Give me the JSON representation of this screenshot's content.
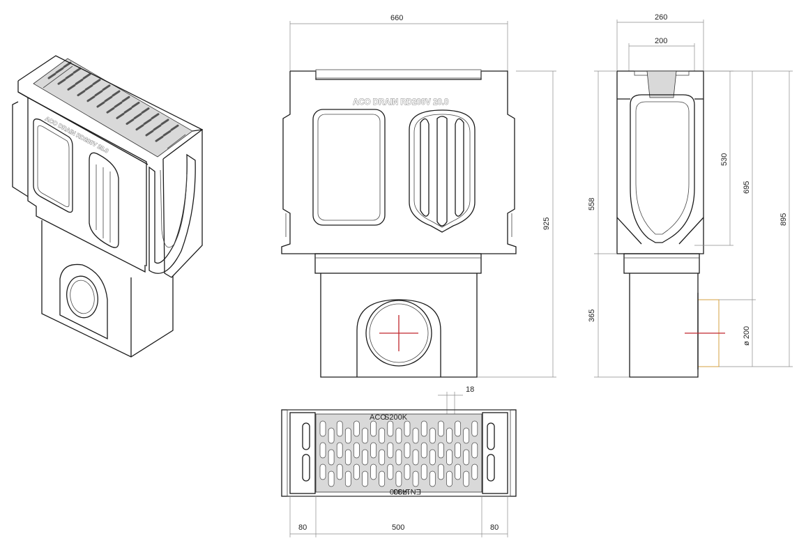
{
  "product": {
    "casting_text": "ACO DRAIN  RD200V  20.0",
    "grate_brand": "ACO",
    "grate_model": "S200K",
    "grate_standard": "EN1433",
    "grate_class": "F900"
  },
  "dimensions": {
    "front_width": "660",
    "overall_height": "925",
    "side_width": "260",
    "side_inner_width": "200",
    "channel_height": "558",
    "outlet_section_height": "365",
    "height_530": "530",
    "height_695": "695",
    "height_895": "895",
    "outlet_diameter": "ø 200",
    "plan_grate_length": "500",
    "plan_end_left": "80",
    "plan_end_right": "80",
    "slot_width": "18"
  },
  "colors": {
    "centerline": "#c0262d",
    "outlet_pipe": "#d6a040",
    "grate_fill": "#d9d9d9"
  }
}
